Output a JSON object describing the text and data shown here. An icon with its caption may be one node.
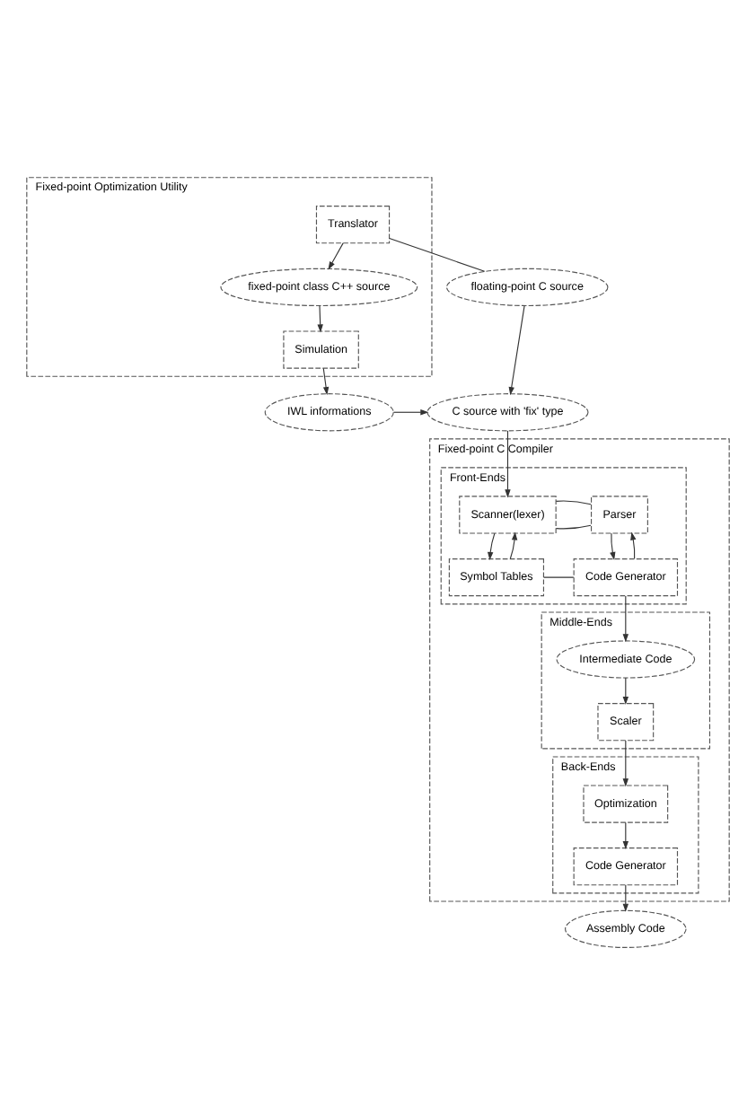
{
  "diagram": {
    "nodes": [
      {
        "text": [
          "Fixed-point Optimization Utility"
        ]
      },
      {
        "text": [
          "Translator"
        ],
        "in": 0
      },
      {
        "text": [
          "fixed-point class C++ source"
        ],
        "in": 0
      },
      {
        "text": [
          "Simulation"
        ],
        "in": 0
      },
      {
        "text": [
          "floating-point C source"
        ]
      },
      {
        "text": [
          "IWL informations"
        ]
      },
      {
        "text": [
          "C source with 'fix' type"
        ]
      },
      {
        "text": [
          "Fixed-point C Compiler"
        ]
      },
      {
        "text": [
          "Front-Ends"
        ],
        "in": 7
      },
      {
        "text": [
          "Parser"
        ],
        "in": 8
      },
      {
        "text": [
          "Scanner(lexer)"
        ],
        "in": 8
      },
      {
        "text": [
          "Code Generator"
        ],
        "in": 8
      },
      {
        "text": [
          "Symbol Tables"
        ],
        "in": 8
      },
      {
        "text": [
          "Middle-Ends"
        ],
        "in": 7
      },
      {
        "text": [
          "Intermediate Code"
        ],
        "in": 13
      },
      {
        "text": [
          "Scaler"
        ],
        "in": 13
      },
      {
        "text": [
          "Back-Ends"
        ],
        "in": 7
      },
      {
        "text": [
          "Optimization"
        ],
        "in": 16
      },
      {
        "text": [
          "Code Generator"
        ],
        "in": 16
      },
      {
        "text": [
          "Assembly Code"
        ]
      }
    ],
    "edges": [
      {
        "from": 1,
        "to": 4,
        "arrow": "none"
      },
      {
        "from": 1,
        "to": 2,
        "arrow": "to"
      },
      {
        "from": 2,
        "to": 3,
        "arrow": "to"
      },
      {
        "from": 3,
        "to": 5,
        "arrow": "to"
      },
      {
        "from": 4,
        "to": 6,
        "arrow": "to"
      },
      {
        "from": 5,
        "to": 6,
        "arrow": "to"
      },
      {
        "from": 6,
        "to": 10,
        "arrow": "to"
      },
      {
        "from": 9,
        "to": 10,
        "arrow": "none"
      },
      {
        "from": 10,
        "to": 9,
        "arrow": "none"
      },
      {
        "from": 9,
        "to": 11,
        "arrow": "to"
      },
      {
        "from": 11,
        "to": 9,
        "arrow": "to"
      },
      {
        "from": 10,
        "to": 12,
        "arrow": "to"
      },
      {
        "from": 12,
        "to": 10,
        "arrow": "to"
      },
      {
        "from": 11,
        "to": 12,
        "arrow": "none"
      },
      {
        "from": 11,
        "to": 14,
        "arrow": "to"
      },
      {
        "from": 14,
        "to": 15,
        "arrow": "to"
      },
      {
        "from": 15,
        "to": 17,
        "arrow": "to"
      },
      {
        "from": 17,
        "to": 18,
        "arrow": "to"
      },
      {
        "from": 18,
        "to": 19,
        "arrow": "to"
      }
    ]
  }
}
